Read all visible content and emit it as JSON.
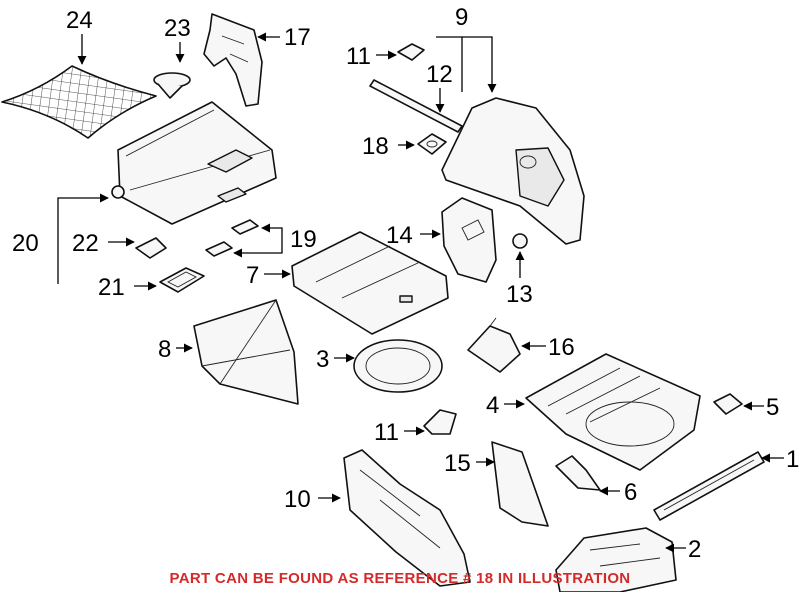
{
  "callouts": {
    "c1": "1",
    "c2": "2",
    "c3": "3",
    "c4": "4",
    "c5": "5",
    "c6": "6",
    "c7": "7",
    "c8": "8",
    "c9": "9",
    "c10": "10",
    "c11a": "11",
    "c11b": "11",
    "c12": "12",
    "c13": "13",
    "c14": "14",
    "c15": "15",
    "c16": "16",
    "c17": "17",
    "c18": "18",
    "c19": "19",
    "c20": "20",
    "c21": "21",
    "c22": "22",
    "c23": "23",
    "c24": "24"
  },
  "note": "PART CAN BE FOUND AS REFERENCE # 18 IN ILLUSTRATION",
  "colors": {
    "note": "#d42a2a",
    "line": "#000000"
  }
}
